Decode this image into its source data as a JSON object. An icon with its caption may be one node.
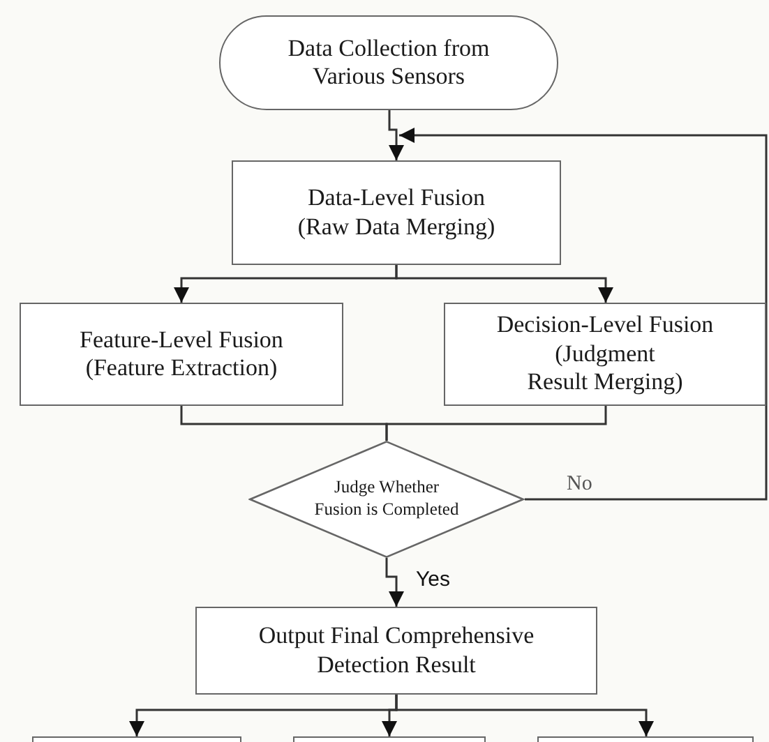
{
  "diagram": {
    "nodes": [
      {
        "text": [
          "Data Collection from Various Sensors"
        ]
      },
      {
        "text": [
          "Data-Level Fusion",
          "(Raw Data Merging)"
        ]
      },
      {
        "text": [
          "Feature-Level Fusion",
          "(Feature Extraction)"
        ]
      },
      {
        "text": [
          "Decision-Level Fusion",
          "(Judgment Result Merging)"
        ]
      },
      {
        "text": [
          "Judge Whether Fusion is Completed"
        ]
      },
      {
        "text": [
          "Output Final Comprehensive Detection Result"
        ]
      },
      {
        "text": [],
        "shape": "box"
      },
      {
        "text": [],
        "shape": "box"
      },
      {
        "text": [],
        "shape": "box"
      }
    ],
    "edges": [
      {
        "from": 0,
        "to": 1,
        "arrow": "to"
      },
      {
        "from": 1,
        "to": 2,
        "arrow": "to"
      },
      {
        "from": 1,
        "to": 3,
        "arrow": "to"
      },
      {
        "from": 2,
        "to": 4,
        "arrow": "none"
      },
      {
        "from": 3,
        "to": 4,
        "arrow": "none"
      },
      {
        "from": 4,
        "to": 5,
        "arrow": "to",
        "label": "Yes"
      },
      {
        "from": 4,
        "to": 1,
        "arrow": "to",
        "label": "No"
      },
      {
        "from": 5,
        "to": 6,
        "arrow": "to"
      },
      {
        "from": 5,
        "to": 7,
        "arrow": "to"
      },
      {
        "from": 5,
        "to": 8,
        "arrow": "to"
      }
    ]
  }
}
